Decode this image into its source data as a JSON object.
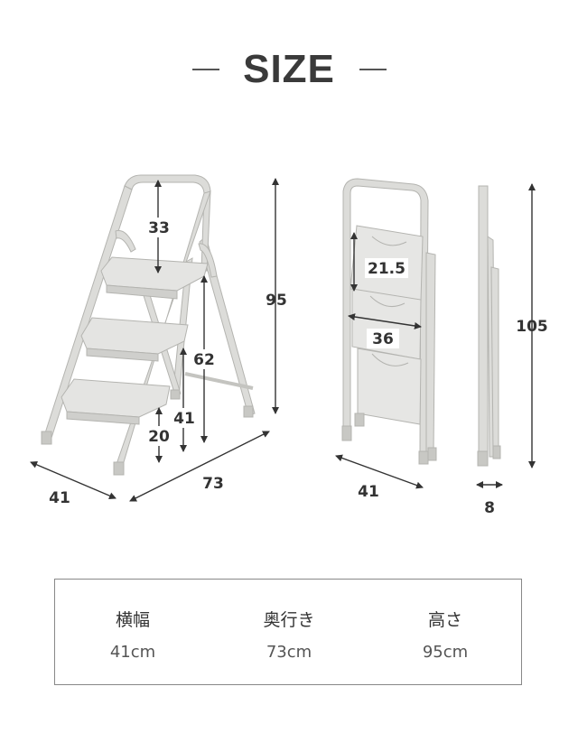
{
  "header": {
    "title": "SIZE"
  },
  "dimensions": {
    "ladder_top_gap": "33",
    "ladder_height": "95",
    "ladder_step_height": "62",
    "ladder_lower_step": "41",
    "ladder_bottom_step": "20",
    "ladder_width": "41",
    "ladder_depth": "73",
    "folded_step_depth": "21.5",
    "folded_step_width": "36",
    "folded_width": "41",
    "folded_height": "105",
    "folded_thickness": "8"
  },
  "specs": [
    {
      "label": "横幅",
      "value": "41cm"
    },
    {
      "label": "奥行き",
      "value": "73cm"
    },
    {
      "label": "高さ",
      "value": "95cm"
    }
  ],
  "colors": {
    "frame": "#d9d9d6",
    "frame_edge": "#b8b8b4",
    "step": "#e2e2e0",
    "arrow": "#333333",
    "border": "#888888"
  }
}
